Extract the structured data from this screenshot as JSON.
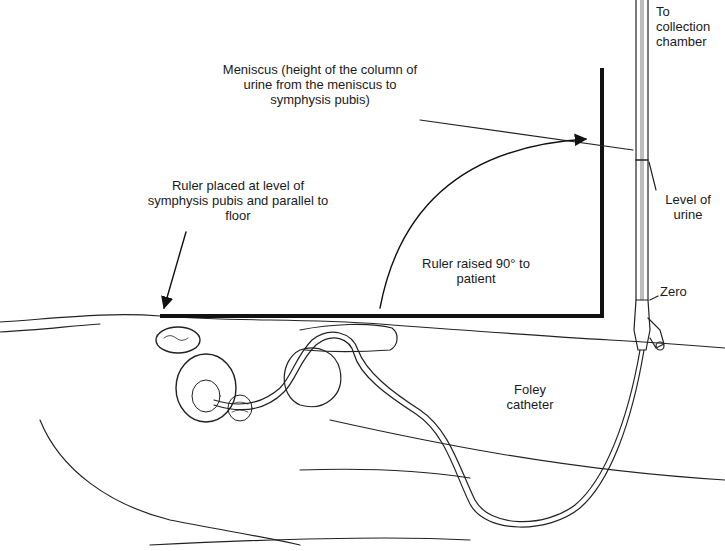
{
  "diagram": {
    "labels": [
      "To collection chamber",
      "Meniscus (height of the column of urine from the meniscus to symphysis pubis)",
      "Level of urine",
      "Ruler placed at level of symphysis pubis and parallel to floor",
      "Ruler raised 90° to patient",
      "Zero",
      "Foley catheter"
    ]
  }
}
